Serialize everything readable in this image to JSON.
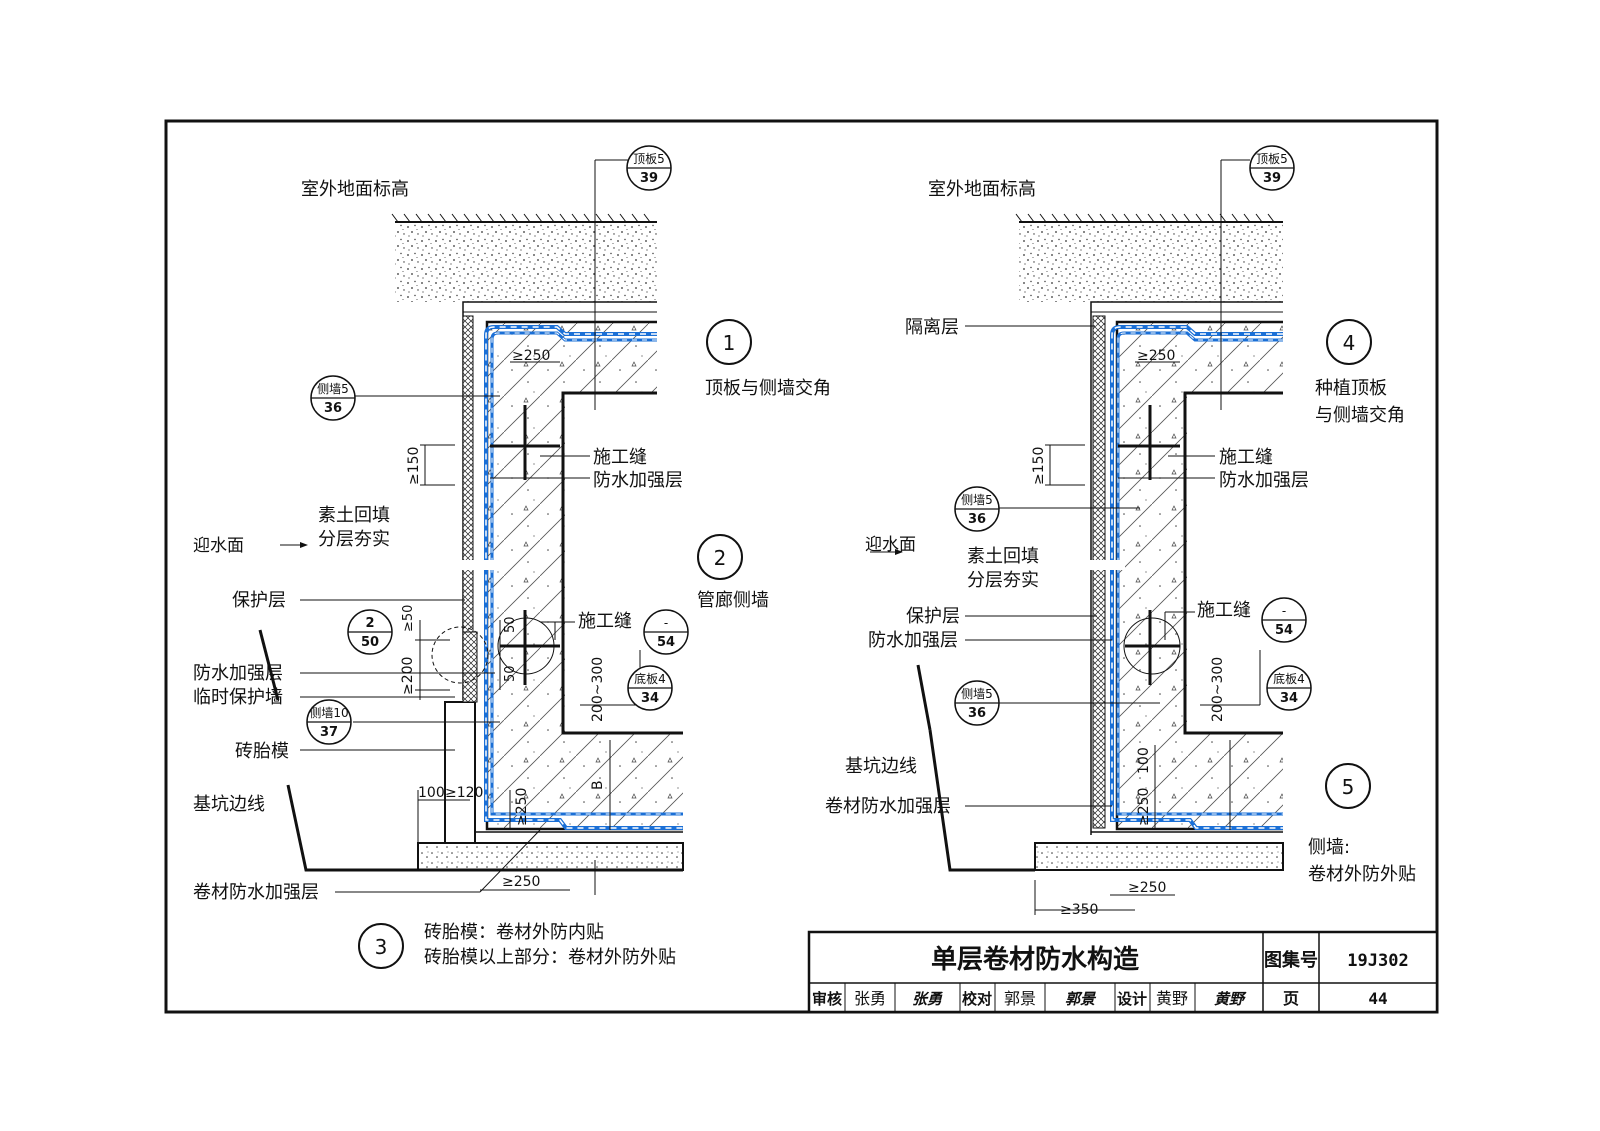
{
  "colors": {
    "line": "#111111",
    "membrane": "#1a6fd6",
    "membrane_dash": "#ffffff"
  },
  "left": {
    "outdoor_grade": "室外地面标高",
    "ref_top": {
      "top": "顶板5",
      "bottom": "39"
    },
    "ref_side": {
      "top": "侧墙5",
      "bottom": "36"
    },
    "ref_50": {
      "top": "2",
      "bottom": "50"
    },
    "ref_side10": {
      "top": "侧墙10",
      "bottom": "37"
    },
    "ref_54": {
      "top": "-",
      "bottom": "54"
    },
    "ref_base": {
      "top": "底板4",
      "bottom": "34"
    },
    "dim_250": "≥250",
    "dim_150": "≥150",
    "dim_50a": "≥50",
    "dim_50b": "50",
    "dim_50c": "50",
    "dim_200": "≥200",
    "dim_200_300": "200~300",
    "dim_100": "100",
    "dim_120": "≥120",
    "dim_250b": "≥250",
    "dim_250c": "≥250",
    "dim_B": "B",
    "backfill_1": "素土回填",
    "backfill_2": "分层夯实",
    "water_face": "迎水面",
    "protect_layer": "保护层",
    "reinforce_layer": "防水加强层",
    "temp_wall": "临时保护墙",
    "brick_mold": "砖胎模",
    "pit_line": "基坑边线",
    "membrane_reinforce": "卷材防水加强层",
    "construction_joint": "施工缝",
    "waterproof_reinforce": "防水加强层",
    "construction_joint2": "施工缝",
    "node1_num": "1",
    "node1_label": "顶板与侧墙交角",
    "node2_num": "2",
    "node2_label": "管廊侧墙",
    "node3_num": "3",
    "node3_label1": "砖胎模：卷材外防内贴",
    "node3_label2": "砖胎模以上部分：卷材外防外贴"
  },
  "right": {
    "outdoor_grade": "室外地面标高",
    "ref_top": {
      "top": "顶板5",
      "bottom": "39"
    },
    "isolation": "隔离层",
    "dim_250": "≥250",
    "dim_150": "≥150",
    "ref_side_a": {
      "top": "侧墙5",
      "bottom": "36"
    },
    "ref_side_b": {
      "top": "侧墙5",
      "bottom": "36"
    },
    "ref_54": {
      "top": "-",
      "bottom": "54"
    },
    "ref_base": {
      "top": "底板4",
      "bottom": "34"
    },
    "water_face": "迎水面",
    "backfill_1": "素土回填",
    "backfill_2": "分层夯实",
    "protect_layer": "保护层",
    "reinforce_layer": "防水加强层",
    "pit_line": "基坑边线",
    "membrane_reinforce": "卷材防水加强层",
    "construction_joint": "施工缝",
    "waterproof_reinforce": "防水加强层",
    "construction_joint2": "施工缝",
    "dim_200_300": "200~300",
    "dim_100": "100",
    "dim_250b": "≥250",
    "dim_250c": "≥250",
    "dim_350": "≥350",
    "node4_num": "4",
    "node4_label1": "种植顶板",
    "node4_label2": "与侧墙交角",
    "node5_num": "5",
    "node5_label1": "侧墙:",
    "node5_label2": "卷材外防外贴"
  },
  "title_block": {
    "title": "单层卷材防水构造",
    "atlas_label": "图集号",
    "atlas_no": "19J302",
    "review_label": "审核",
    "review_name": "张勇",
    "review_sign": "张勇",
    "check_label": "校对",
    "check_name": "郭景",
    "check_sign": "郭景",
    "design_label": "设计",
    "design_name": "黄野",
    "design_sign": "黄野",
    "page_label": "页",
    "page_no": "44"
  }
}
